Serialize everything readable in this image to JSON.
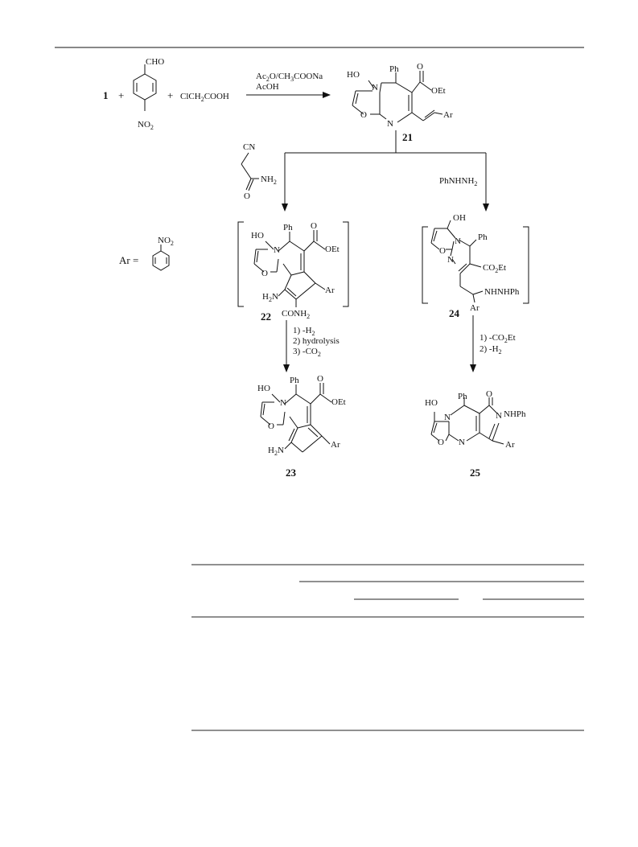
{
  "scheme": {
    "reactant_number": "1",
    "plus": "+",
    "aldehyde": {
      "top_group": "CHO",
      "bottom_group": "NO",
      "bottom_sub": "2"
    },
    "chloroacetic_acid": {
      "a": "ClCH",
      "sub": "2",
      "b": "COOH"
    },
    "step1_reagents": {
      "line1": {
        "a": "Ac",
        "s1": "2",
        "b": "O/CH",
        "s2": "3",
        "c": "COONa"
      },
      "line2": "AcOH"
    },
    "ar_definition": {
      "label": "Ar =",
      "group": "NO",
      "sub": "2"
    },
    "compounds": {
      "c21": {
        "number": "21",
        "labels": {
          "ho": "HO",
          "ph": "Ph",
          "oet": "OEt",
          "n": "N",
          "o": "O",
          "ar": "Ar",
          "ring_o": "O",
          "ring_n": "N"
        }
      },
      "c22": {
        "number": "22",
        "labels": {
          "ho": "HO",
          "ph": "Ph",
          "oet": "OEt",
          "n": "N",
          "o": "O",
          "ar": "Ar",
          "ring_o": "O",
          "amine": "H",
          "amine_sub": "2",
          "amine_n": "N",
          "conh2": "CONH",
          "conh2_sub": "2"
        }
      },
      "c23": {
        "number": "23",
        "labels": {
          "ho": "HO",
          "ph": "Ph",
          "oet": "OEt",
          "n": "N",
          "o": "O",
          "ar": "Ar",
          "ring_o": "O",
          "amine": "H",
          "amine_sub": "2",
          "amine_n": "N"
        }
      },
      "c24": {
        "number": "24",
        "labels": {
          "oh": "OH",
          "ph": "Ph",
          "co2et": "CO",
          "co2et_sub": "2",
          "co2et_b": "Et",
          "n": "N",
          "o": "O",
          "ring_n": "N",
          "nhnhph": "NHNHPh",
          "ar": "Ar"
        }
      },
      "c25": {
        "number": "25",
        "labels": {
          "ho": "HO",
          "ph": "Ph",
          "o": "O",
          "n": "N",
          "ring_n": "N",
          "ring_o": "O",
          "nhph": "NHPh",
          "n2": "N",
          "ar": "Ar"
        }
      }
    },
    "cyanoacetamide": {
      "cn": "CN",
      "nh2": "NH",
      "nh2_sub": "2",
      "o": "O"
    },
    "phenylhydrazine": {
      "a": "PhNHNH",
      "sub": "2"
    },
    "step_22_23": {
      "l1": {
        "a": "1) -H",
        "sub": "2"
      },
      "l2": "2) hydrolysis",
      "l3": {
        "a": "3) -CO",
        "sub": "2"
      }
    },
    "step_24_25": {
      "l1": {
        "a": "1) -CO",
        "sub": "2",
        "b": "Et"
      },
      "l2": {
        "a": "2) -H",
        "sub": "2"
      }
    }
  }
}
